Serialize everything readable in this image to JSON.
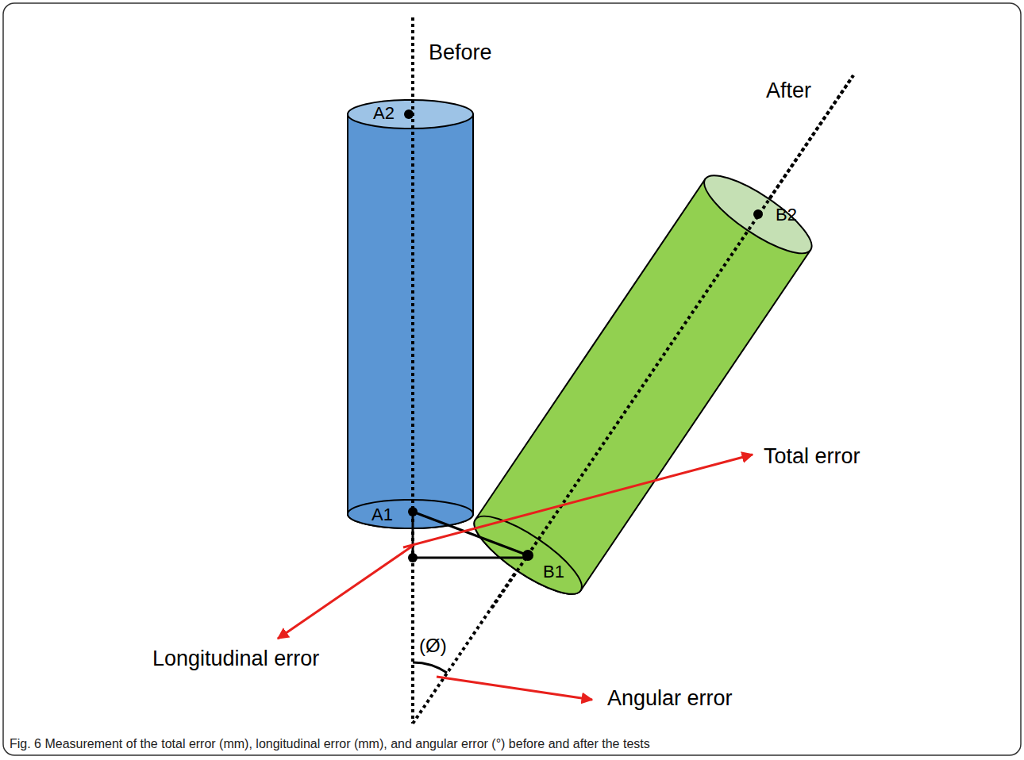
{
  "diagram": {
    "caption": "Fig. 6 Measurement of the total error (mm), longitudinal error (mm), and angular error (°) before and after the tests",
    "labels": [
      "Before",
      "After",
      "A2",
      "A1",
      "B1",
      "B2",
      "Total error",
      "Longitudinal error",
      "(Ø)",
      "Angular error"
    ]
  }
}
